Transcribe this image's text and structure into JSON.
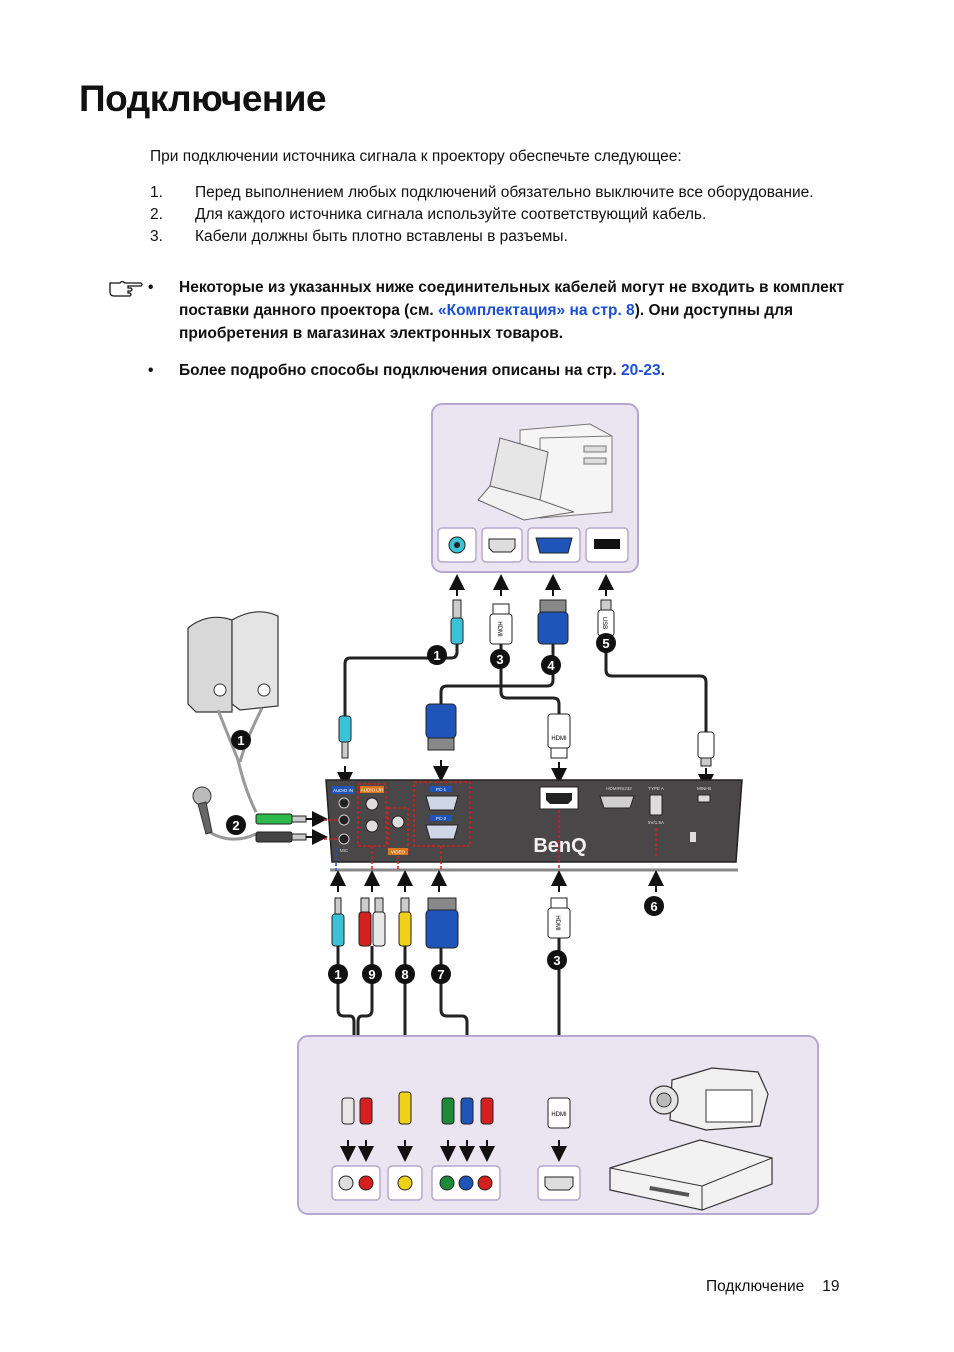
{
  "page": {
    "title": "Подключение",
    "intro": "При подключении источника сигнала к проектору обеспечьте следующее:",
    "steps": [
      {
        "num": "1.",
        "text": "Перед выполнением любых подключений обязательно выключите все оборудование."
      },
      {
        "num": "2.",
        "text": "Для каждого источника сигнала используйте соответствующий кабель."
      },
      {
        "num": "3.",
        "text": "Кабели должны быть плотно вставлены в разъемы."
      }
    ],
    "notes": {
      "bullet": "•",
      "note1_text_a": "Некоторые из указанных ниже соединительных кабелей могут не входить в комплект поставки данного проектора (см. ",
      "note1_link": "«Комплектация» на стр. 8",
      "note1_text_b": "). Они доступны для приобретения в магазинах электронных товаров.",
      "note2_text_a": "Более подробно способы подключения описаны на стр. ",
      "note2_link": "20-23",
      "note2_text_b": "."
    },
    "footer": {
      "section": "Подключение",
      "page_number": "19"
    }
  },
  "diagram": {
    "callouts": {
      "audio": "1",
      "mic": "2",
      "hdmi": "3",
      "vga": "4",
      "usb": "5",
      "service": "6",
      "component": "7",
      "video": "8",
      "audio_lr": "9"
    },
    "cable_labels": {
      "hdmi": "HDMI",
      "usb": "USB"
    },
    "projector": {
      "brand": "BenQ",
      "port_labels": {
        "audio_in": "AUDIO IN",
        "audio_lr": "AUDIO L/R",
        "pc1": "PC-1",
        "pc2": "PC-2",
        "video": "VIDEO",
        "hdmi": "HDMI",
        "rs232": "RS232",
        "type_a": "TYPE A",
        "mini_b": "MINI-B",
        "dc": "5V/1.5A",
        "mic": "MIC"
      }
    },
    "colors": {
      "panel_fill": "#ebe5f2",
      "panel_border": "#b8a8cf",
      "callout_fill": "#111111",
      "vga_blue": "#1f54b8",
      "audio_cyan": "#3cc2d6",
      "red": "#d61f1f",
      "yellow": "#f0d11a",
      "green": "#1d8a3a",
      "link_blue": "#1a4fd6"
    }
  }
}
